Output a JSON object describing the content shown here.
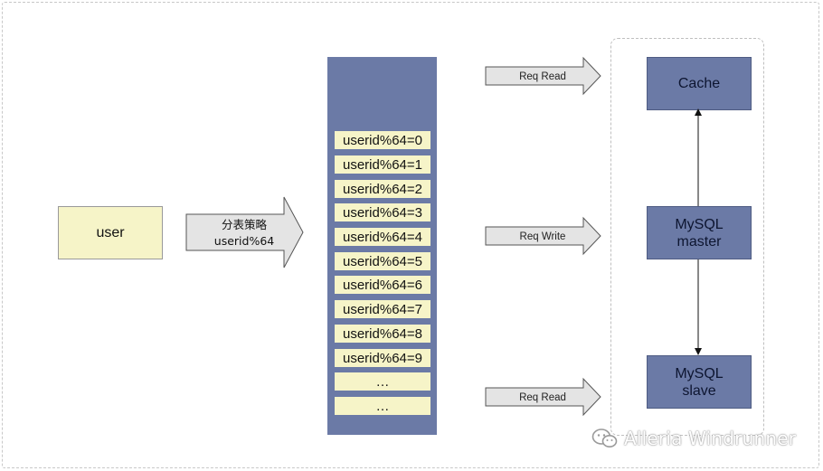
{
  "user": {
    "label": "user"
  },
  "strategy_arrow": {
    "line1": "分表策略",
    "line2": "userid%64"
  },
  "shards": [
    "userid%64=0",
    "userid%64=1",
    "userid%64=2",
    "userid%64=3",
    "userid%64=4",
    "userid%64=5",
    "userid%64=6",
    "userid%64=7",
    "userid%64=8",
    "userid%64=9",
    "…",
    "…"
  ],
  "requests": {
    "read_top": "Req Read",
    "write": "Req Write",
    "read_bottom": "Req Read"
  },
  "nodes": {
    "cache": "Cache",
    "master_line1": "MySQL",
    "master_line2": "master",
    "slave_line1": "MySQL",
    "slave_line2": "slave"
  },
  "watermark": {
    "text": "Alleria Windrunner"
  },
  "colors": {
    "box_blue": "#6b7aa6",
    "box_yellow": "#f6f4c8",
    "arrow_gray": "#e4e4e4"
  }
}
